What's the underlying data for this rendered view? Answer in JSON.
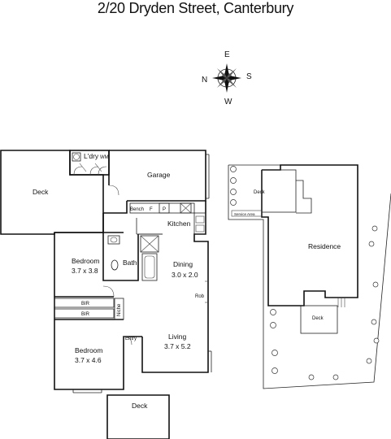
{
  "title": "2/20 Dryden Street, Canterbury",
  "compass": {
    "north": "N",
    "south": "S",
    "east": "E",
    "west": "W"
  },
  "rooms": {
    "deck_left": "Deck",
    "laundry": "L'dry",
    "laundry_wm": "WM",
    "garage": "Garage",
    "bench": "Bench",
    "fridge": "F",
    "pantry": "P",
    "kitchen": "Kitchen",
    "bedroom1": "Bedroom",
    "bedroom1_size": "3.7 x 3.8",
    "bath": "Bath",
    "dining": "Dining",
    "dining_size": "3.0 x 2.0",
    "robe": "Rob",
    "bir1": "BIR",
    "bir2": "BIR",
    "niche": "Niche",
    "entry": "Entry",
    "living": "Living",
    "living_size": "3.7 x 5.2",
    "bedroom2": "Bedroom",
    "bedroom2_size": "3.7 x 4.6",
    "deck_bottom": "Deck"
  },
  "site": {
    "deck_top": "Deck",
    "service_area": "Service Area",
    "residence": "Residence",
    "deck_lower": "Deck"
  }
}
